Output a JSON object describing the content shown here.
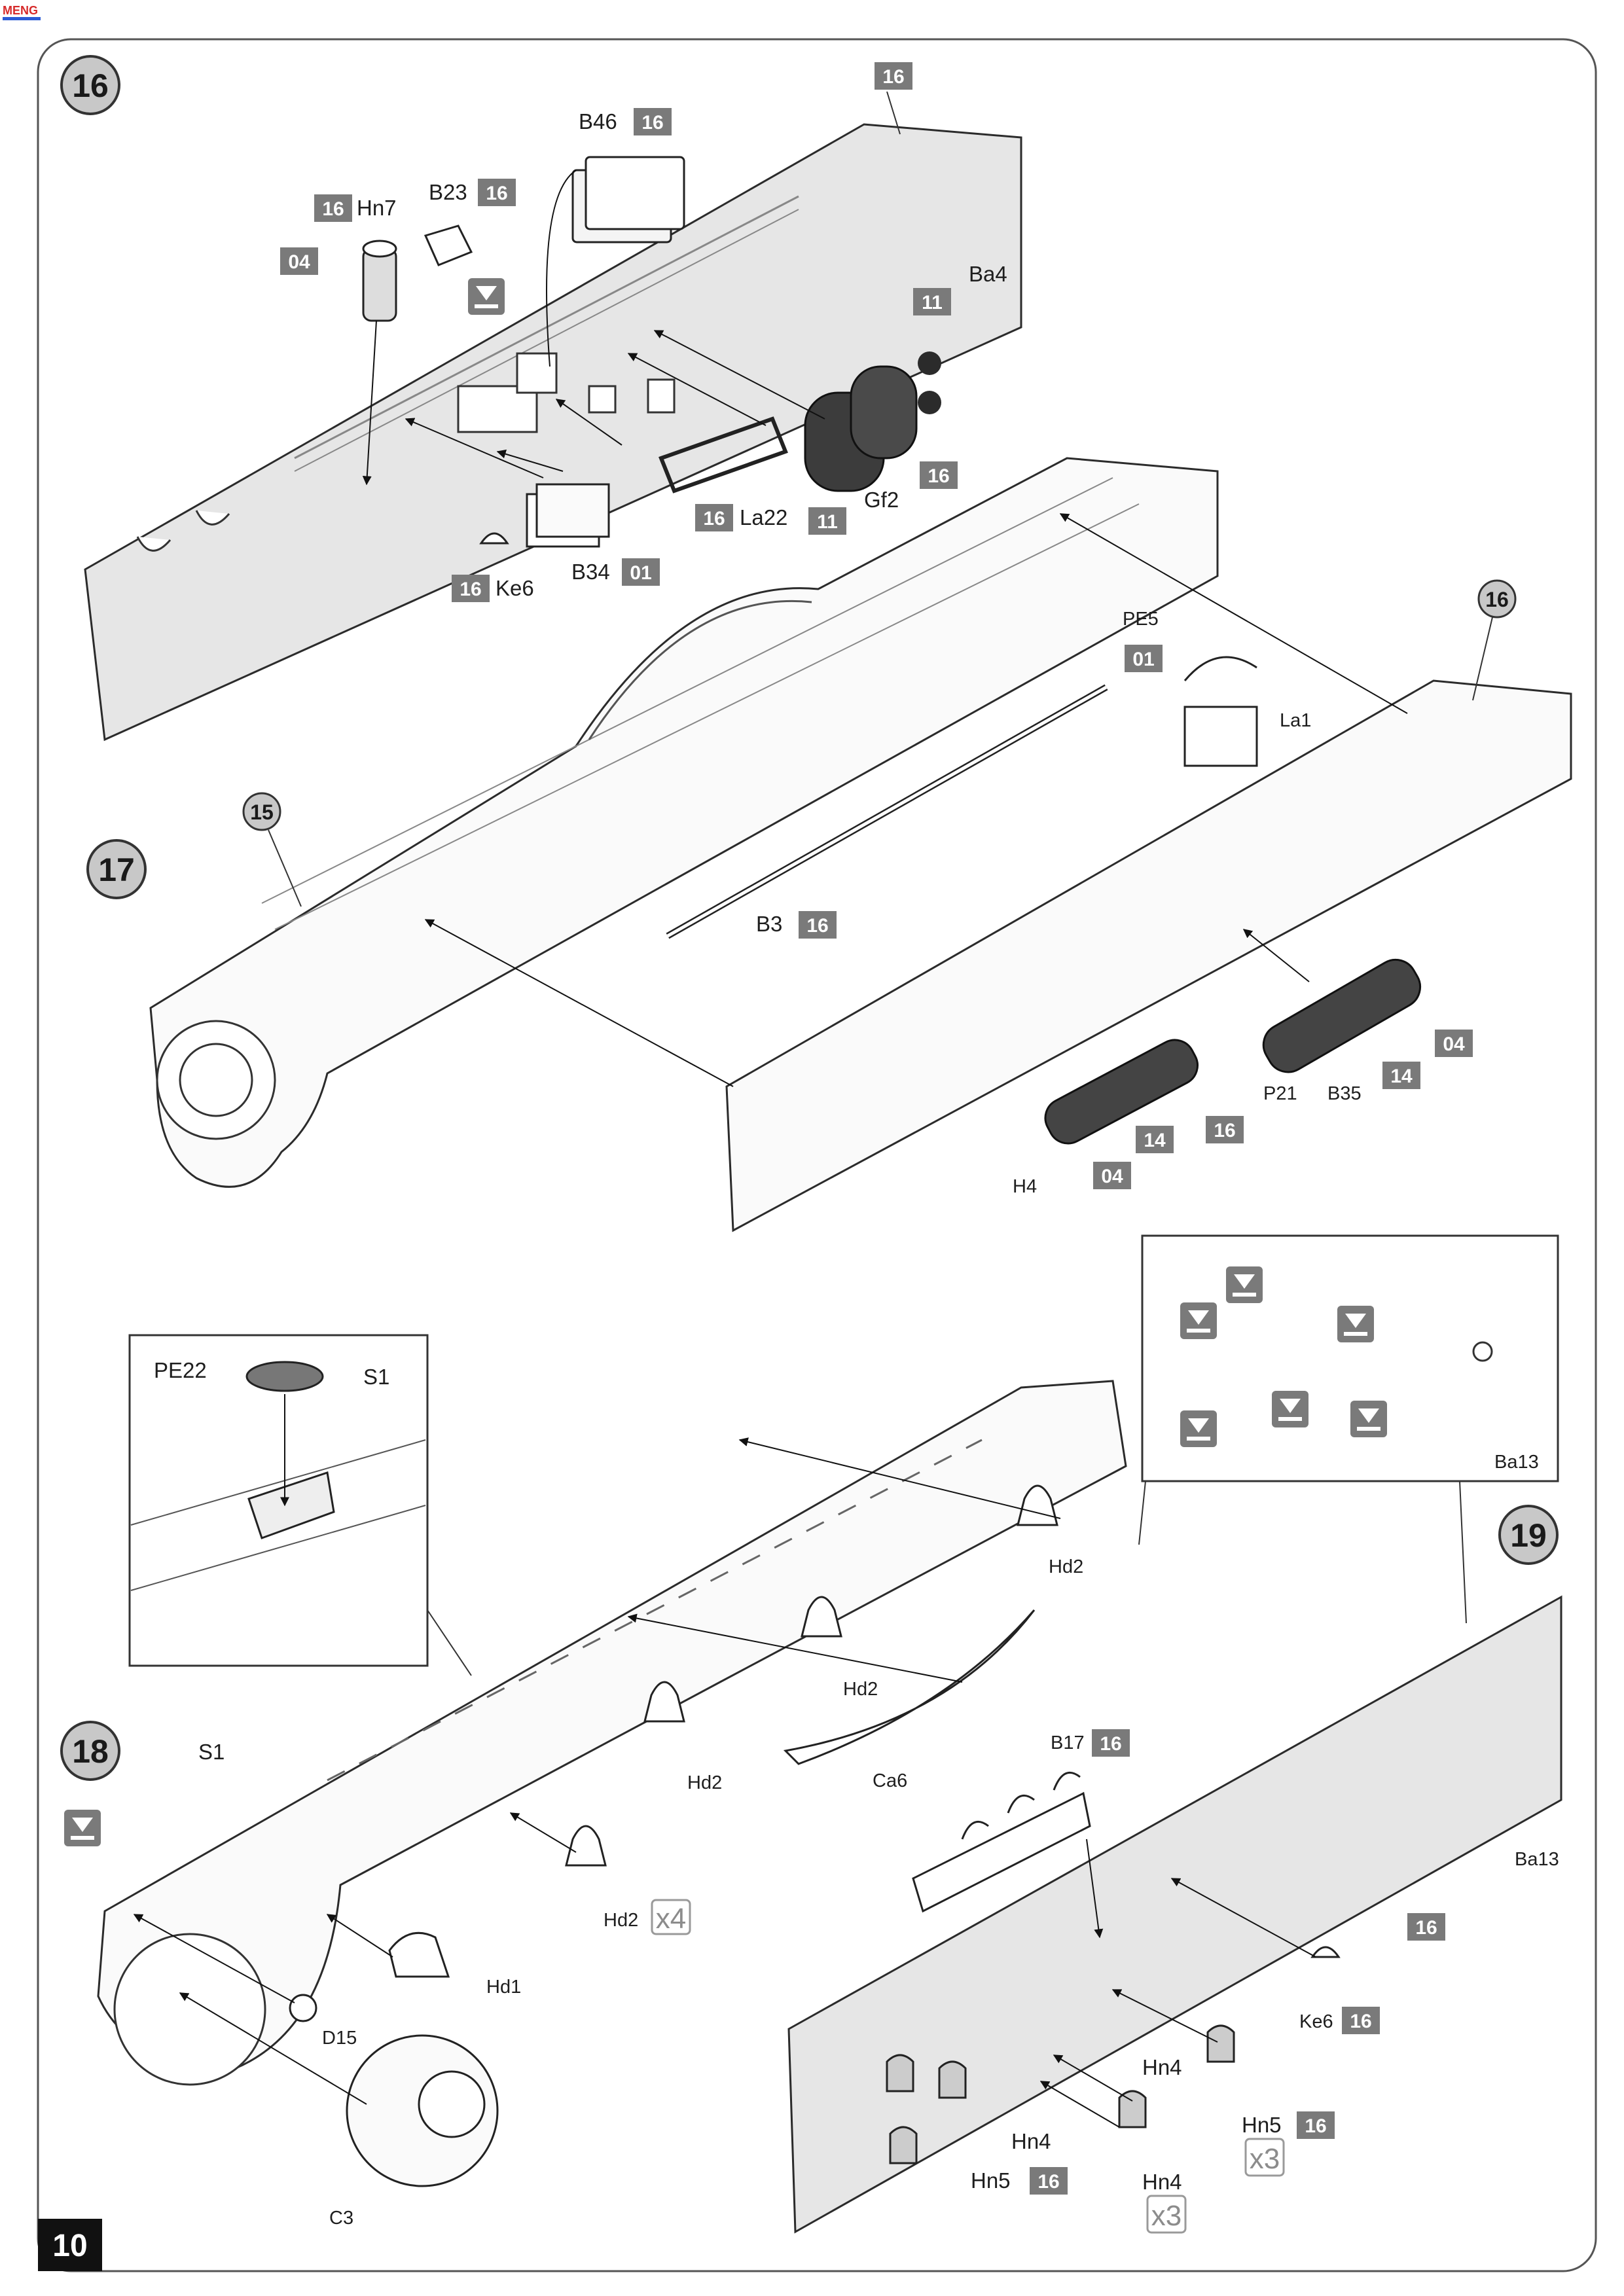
{
  "page_number": "10",
  "logo": {
    "text": "MENG",
    "colors": [
      "#d62a2a",
      "#2a5bd6"
    ]
  },
  "steps": {
    "s16": "16",
    "s17": "17",
    "s18": "18",
    "s19": "19"
  },
  "sub_steps": {
    "ref15": "15",
    "ref16": "16"
  },
  "badges": {
    "b_panel16": "16",
    "b46": "16",
    "hn7": "16",
    "b23": "16",
    "b_04a": "04",
    "b_11a": "11",
    "b_16gf": "16",
    "la22": "16",
    "b_11b": "11",
    "ke6": "16",
    "b34": "01",
    "pe5": "01",
    "b3": "16",
    "h4_14": "14",
    "h4_04": "04",
    "b35_14": "14",
    "b35_04": "04",
    "p21_16": "16",
    "b17": "16",
    "ke6b": "16",
    "panel19": "16",
    "hn5a": "16",
    "hn5b": "16"
  },
  "labels": {
    "B46": "B46",
    "Hn7": "Hn7",
    "B23": "B23",
    "Ba4": "Ba4",
    "Gf2": "Gf2",
    "La22": "La22",
    "Ke6": "Ke6",
    "B34": "B34",
    "PE5": "PE5",
    "La1": "La1",
    "B3": "B3",
    "P21": "P21",
    "B35": "B35",
    "H4": "H4",
    "PE22": "PE22",
    "S1_inset": "S1",
    "Ba13_inset": "Ba13",
    "Hd2_a": "Hd2",
    "Hd2_b": "Hd2",
    "Hd2_c": "Hd2",
    "Hd2_d": "Hd2",
    "Ca6": "Ca6",
    "S1": "S1",
    "Hd1": "Hd1",
    "D15": "D15",
    "C3": "C3",
    "B17": "B17",
    "Ba13": "Ba13",
    "Ke6_b": "Ke6",
    "Hn4_a": "Hn4",
    "Hn4_b": "Hn4",
    "Hn4_c": "Hn4",
    "Hn5_a": "Hn5",
    "Hn5_b": "Hn5"
  },
  "quantities": {
    "hd2": "x4",
    "hn5": "x3",
    "hn4": "x3"
  },
  "colors": {
    "badge": "#7a7a7a",
    "step_circle": "#c8c8c8",
    "panel": "#e6e6e6",
    "part_dark": "#3c3c3c"
  }
}
